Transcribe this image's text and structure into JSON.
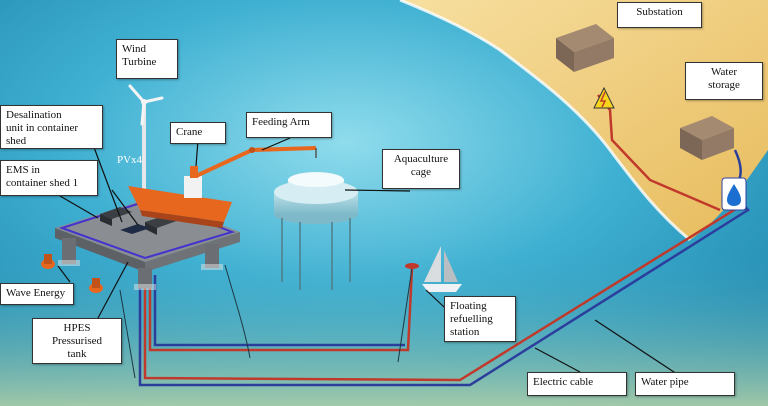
{
  "labels": {
    "substation": [
      "Substation"
    ],
    "water_storage": [
      "Water",
      "storage"
    ],
    "wind_turbine": [
      "Wind",
      "Turbine"
    ],
    "desalination": [
      "Desalination",
      "unit in container",
      "shed"
    ],
    "pv": [
      "PVx4"
    ],
    "crane": [
      "Crane"
    ],
    "feeding_arm": [
      "Feeding Arm"
    ],
    "ems": [
      "EMS in",
      "container shed 1"
    ],
    "aquaculture": [
      "Aquaculture",
      "cage"
    ],
    "wave_energy": [
      "Wave Energy"
    ],
    "hpes": [
      "HPES",
      "Pressurised",
      "tank"
    ],
    "floating_refuelling": [
      "Floating",
      "refuelling",
      "station"
    ],
    "electric_cable": [
      "Electric cable"
    ],
    "water_pipe": [
      "Water pipe"
    ]
  },
  "icons": {
    "power": "lightning-bolt-icon",
    "water": "water-drop-icon"
  },
  "colors": {
    "sea_deep": "#1f86ad",
    "sea_light": "#7fd1e6",
    "shore_sand": "#f2cf7a",
    "electric_cable": "#c0392b",
    "water_pipe": "#2c3e9c",
    "vessel_orange": "#e8671f",
    "warning_yellow": "#f7d51d"
  }
}
